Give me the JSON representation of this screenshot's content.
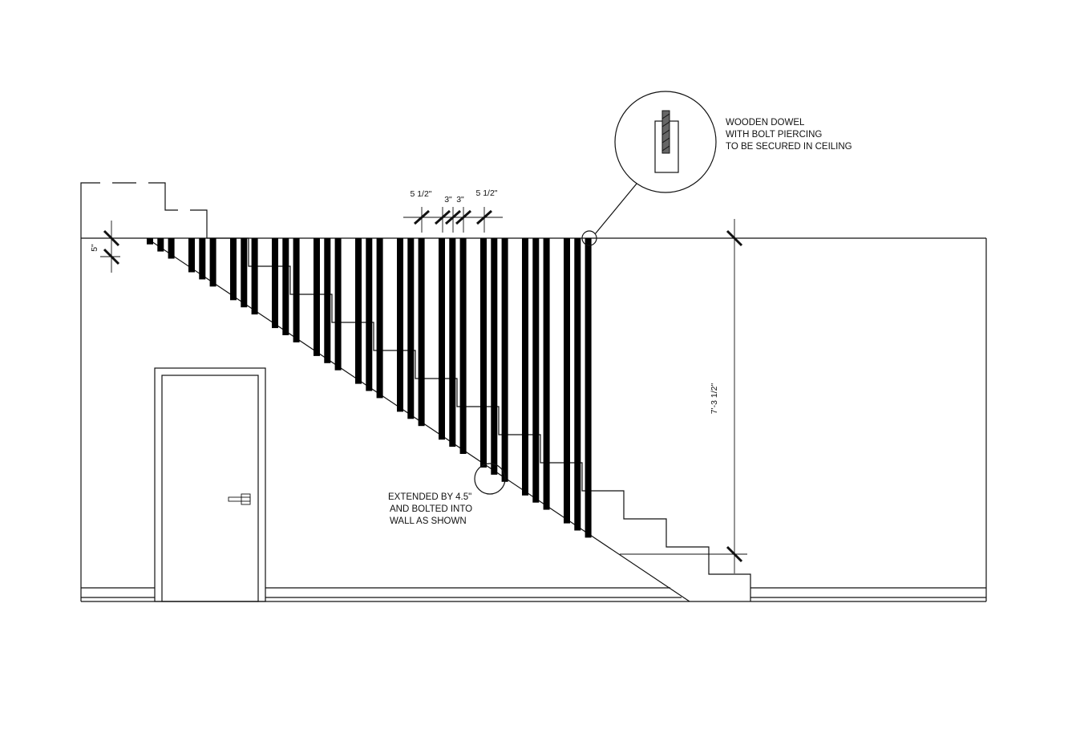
{
  "drawing": {
    "top_dimensions": [
      "5 1/2\"",
      "3\"",
      "3\"",
      "5 1/2\""
    ],
    "left_dimension": "5\"",
    "height_dimension": "7'-3 1/2\"",
    "detail_note": [
      "WOODEN DOWEL",
      "WITH BOLT PIERCING",
      "TO BE SECURED IN CEILING"
    ],
    "extension_note": [
      "EXTENDED BY 4.5\"",
      "AND BOLTED INTO",
      "WALL AS SHOWN"
    ]
  }
}
